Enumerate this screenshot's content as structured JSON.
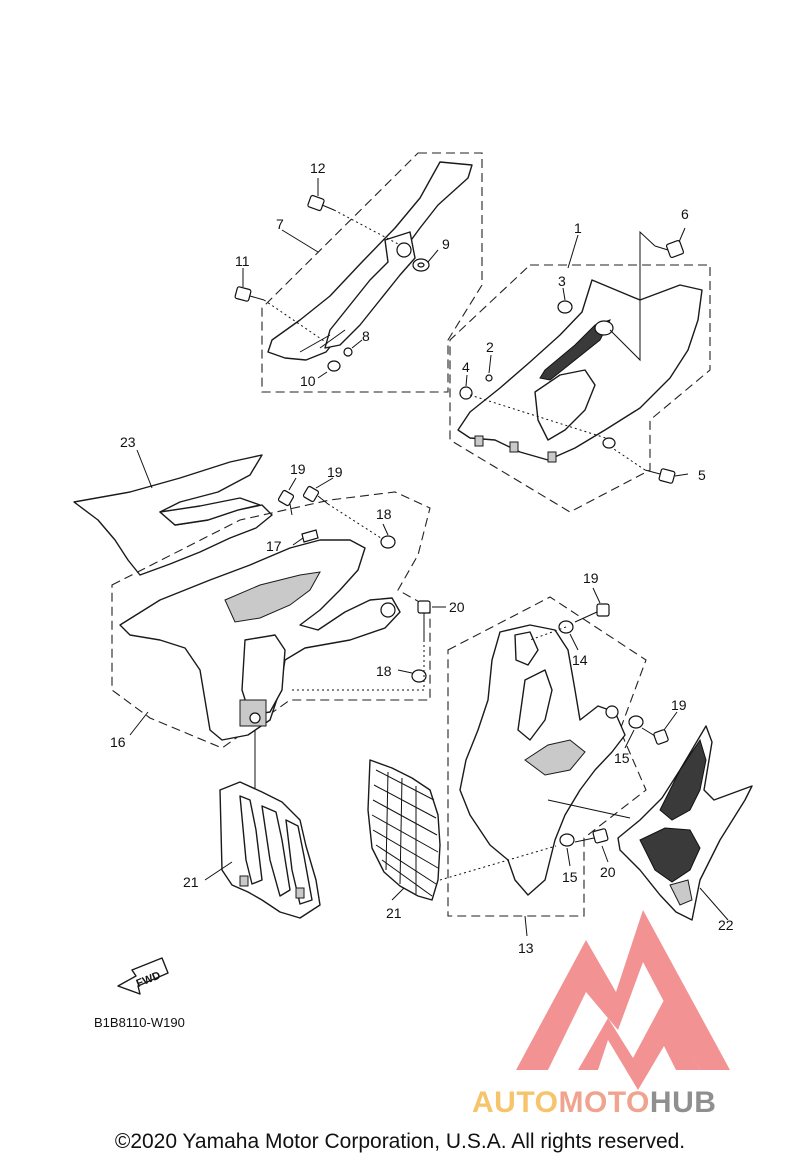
{
  "diagram": {
    "callouts": [
      {
        "id": "c1",
        "text": "1"
      },
      {
        "id": "c2",
        "text": "2"
      },
      {
        "id": "c3",
        "text": "3"
      },
      {
        "id": "c4",
        "text": "4"
      },
      {
        "id": "c5",
        "text": "5"
      },
      {
        "id": "c6",
        "text": "6"
      },
      {
        "id": "c7",
        "text": "7"
      },
      {
        "id": "c8",
        "text": "8"
      },
      {
        "id": "c9",
        "text": "9"
      },
      {
        "id": "c10",
        "text": "10"
      },
      {
        "id": "c11",
        "text": "11"
      },
      {
        "id": "c12",
        "text": "12"
      },
      {
        "id": "c13",
        "text": "13"
      },
      {
        "id": "c14",
        "text": "14"
      },
      {
        "id": "c15a",
        "text": "15"
      },
      {
        "id": "c15b",
        "text": "15"
      },
      {
        "id": "c16",
        "text": "16"
      },
      {
        "id": "c17",
        "text": "17"
      },
      {
        "id": "c18a",
        "text": "18"
      },
      {
        "id": "c18b",
        "text": "18"
      },
      {
        "id": "c19a",
        "text": "19"
      },
      {
        "id": "c19b",
        "text": "19"
      },
      {
        "id": "c19c",
        "text": "19"
      },
      {
        "id": "c19d",
        "text": "19"
      },
      {
        "id": "c20a",
        "text": "20"
      },
      {
        "id": "c20b",
        "text": "20"
      },
      {
        "id": "c21a",
        "text": "21"
      },
      {
        "id": "c21b",
        "text": "21"
      },
      {
        "id": "c22",
        "text": "22"
      },
      {
        "id": "c23",
        "text": "23"
      }
    ],
    "direction_label": "FWD",
    "drawing_code": "B1B8110-W190"
  },
  "watermark": {
    "part1": "AUTO",
    "part2": "MOTO",
    "part3": "HUB",
    "color_part1": "#f6c46b",
    "color_part2": "#f0a38f",
    "color_part3": "#8f8f8f",
    "mark_color": "#f08080"
  },
  "footer": {
    "copyright": "©2020 Yamaha Motor Corporation, U.S.A. All rights reserved."
  }
}
